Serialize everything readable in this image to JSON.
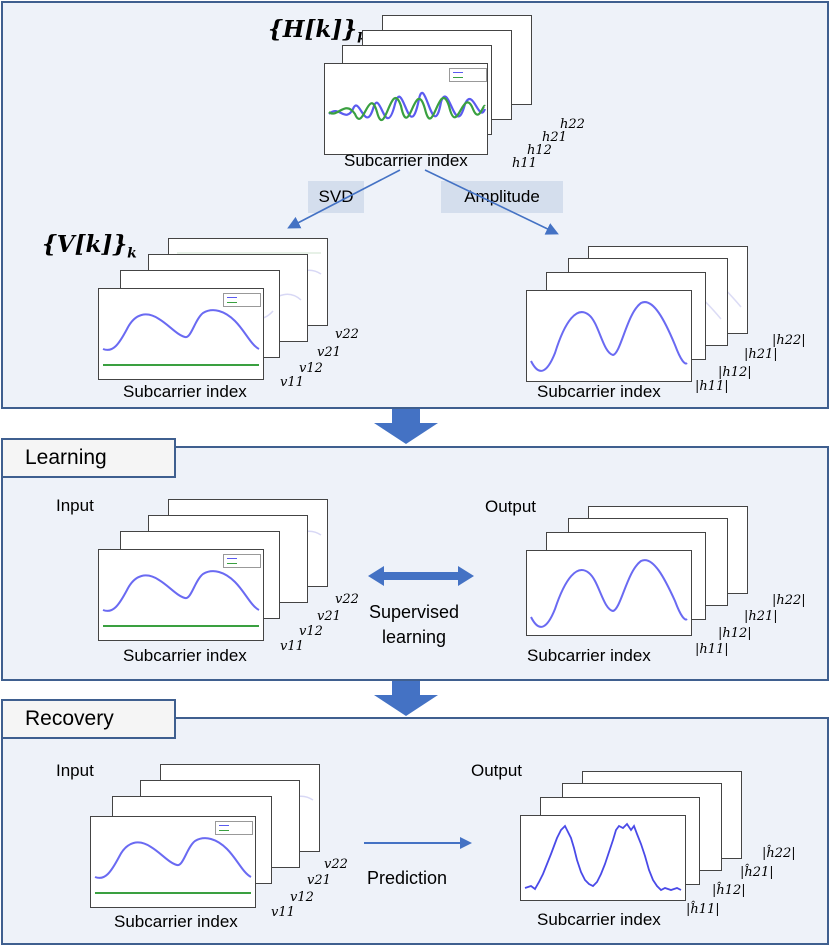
{
  "top": {
    "H_label": "{H[k]}",
    "H_label_sub": "k",
    "V_label": "{V[k]}",
    "V_label_sub": "k",
    "svd_label": "SVD",
    "amplitude_label": "Amplitude",
    "xaxis_label": "Subcarrier index",
    "h_sublabels": [
      "h22",
      "h21",
      "h12",
      "h11"
    ],
    "v_sublabels": [
      "v22",
      "v21",
      "v12",
      "v11"
    ],
    "abs_h_sublabels": [
      "|h22|",
      "|h21|",
      "|h12|",
      "|h11|"
    ]
  },
  "learning": {
    "title": "Learning",
    "input_label": "Input",
    "output_label": "Output",
    "relation_line1": "Supervised",
    "relation_line2": "learning",
    "xaxis_label": "Subcarrier index",
    "v_sublabels": [
      "v22",
      "v21",
      "v12",
      "v11"
    ],
    "abs_h_sublabels": [
      "|h22|",
      "|h21|",
      "|h12|",
      "|h11|"
    ]
  },
  "recovery": {
    "title": "Recovery",
    "input_label": "Input",
    "output_label": "Output",
    "relation_label": "Prediction",
    "xaxis_label": "Subcarrier index",
    "v_sublabels": [
      "v22",
      "v21",
      "v12",
      "v11"
    ],
    "hat_h_sublabels": [
      "|ĥ22|",
      "|ĥ21|",
      "|ĥ12|",
      "|ĥ11|"
    ]
  },
  "colors": {
    "panel_border": "#3f5f8f",
    "panel_fill": "#eef2f9",
    "chip_fill": "#d4deed",
    "arrow": "#4472c4",
    "curve_blue": "#5b5bf0",
    "curve_green": "#3aa040"
  }
}
